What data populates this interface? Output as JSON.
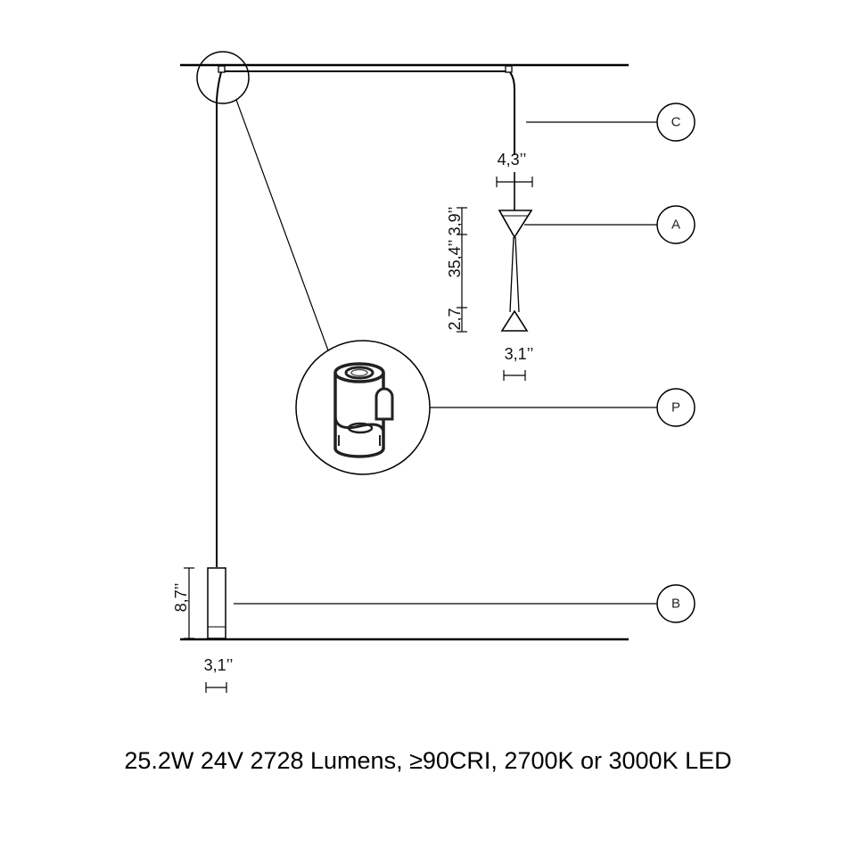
{
  "dimensions": {
    "c_drop": "4,3’’",
    "a_height": "3,9’’",
    "total_height": "35,4’’",
    "bottom_cone": "2,7",
    "a_width": "3,1’’",
    "b_height": "8,7’’",
    "b_width": "3,1’’"
  },
  "callouts": {
    "c": "C",
    "a": "A",
    "p": "P",
    "b": "B"
  },
  "caption": "25.2W 24V 2728 Lumens, ≥90CRI, 2700K or 3000K LED",
  "colors": {
    "line": "#000000",
    "thin_line": "#222222"
  }
}
